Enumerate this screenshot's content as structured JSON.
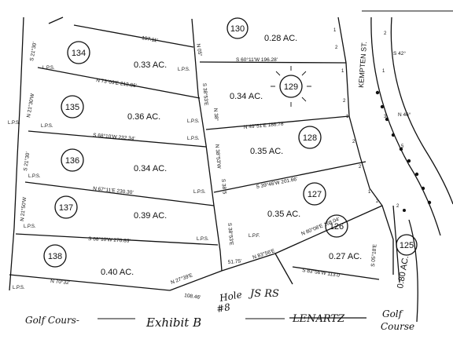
{
  "document": {
    "lots": [
      {
        "number": "134",
        "acres": "0.33 AC."
      },
      {
        "number": "135",
        "acres": "0.36 AC."
      },
      {
        "number": "136",
        "acres": "0.34 AC."
      },
      {
        "number": "137",
        "acres": "0.39 AC."
      },
      {
        "number": "138",
        "acres": "0.40 AC."
      },
      {
        "number": "130",
        "acres": "0.28 AC."
      },
      {
        "number": "129",
        "acres": "0.34 AC."
      },
      {
        "number": "128",
        "acres": "0.35 AC."
      },
      {
        "number": "127",
        "acres": "0.35 AC."
      },
      {
        "number": "126",
        "acres": "0.27 AC."
      },
      {
        "number": "125",
        "acres": "0.80 AC."
      }
    ],
    "bearings": {
      "b1": "S 60°11'W 196.28'",
      "b2": "N 73°03'E 213.86'",
      "b3": "S 68°10'W 232.34'",
      "b4": "N 67°11'E 230.30'",
      "b5": "S 68°10'W 270.83'",
      "b6": "N 49°51'E 186.78'",
      "b7": "S 39°46'W 201.66'",
      "b8": "N 80°08'E 168.04'",
      "b9": "S 83°56'W 113.0",
      "b10": "N 83°56'E",
      "b11": "N 27°39'E",
      "b12": "108.46'",
      "b13": "197.11'",
      "b14": "S 21°30'",
      "b15": "N 21°30'W",
      "b16": "S 21°30'",
      "b17": "N 21°50'W",
      "b18": "N 70°32'",
      "b19": "S 05°18'E",
      "b20": "N 38°",
      "b21": "S 38°53'E",
      "b22": "N 46°",
      "b23": "S 42°",
      "b24": "N 38°53'W",
      "b25": "S 38°53'E",
      "b26": "N 05°",
      "b27": "51.75'",
      "b28": "S 38°5"
    },
    "street_name": "KEMPTEN ST.",
    "marker_lps": "L.P.S.",
    "marker_lpf": "L.P.F.",
    "digits": {
      "one": "1",
      "two": "2",
      "three": "3",
      "five": "5"
    },
    "hole_note": {
      "hole": "Hole",
      "hash": "#8",
      "initials": "JS RS"
    },
    "footer": {
      "left": "Golf Cours-",
      "exhibit": "Exhibit B",
      "struck": "LENARTZ",
      "right_line1": "Golf",
      "right_line2": "Course"
    },
    "colors": {
      "ink": "#111111",
      "paper": "#ffffff"
    }
  }
}
